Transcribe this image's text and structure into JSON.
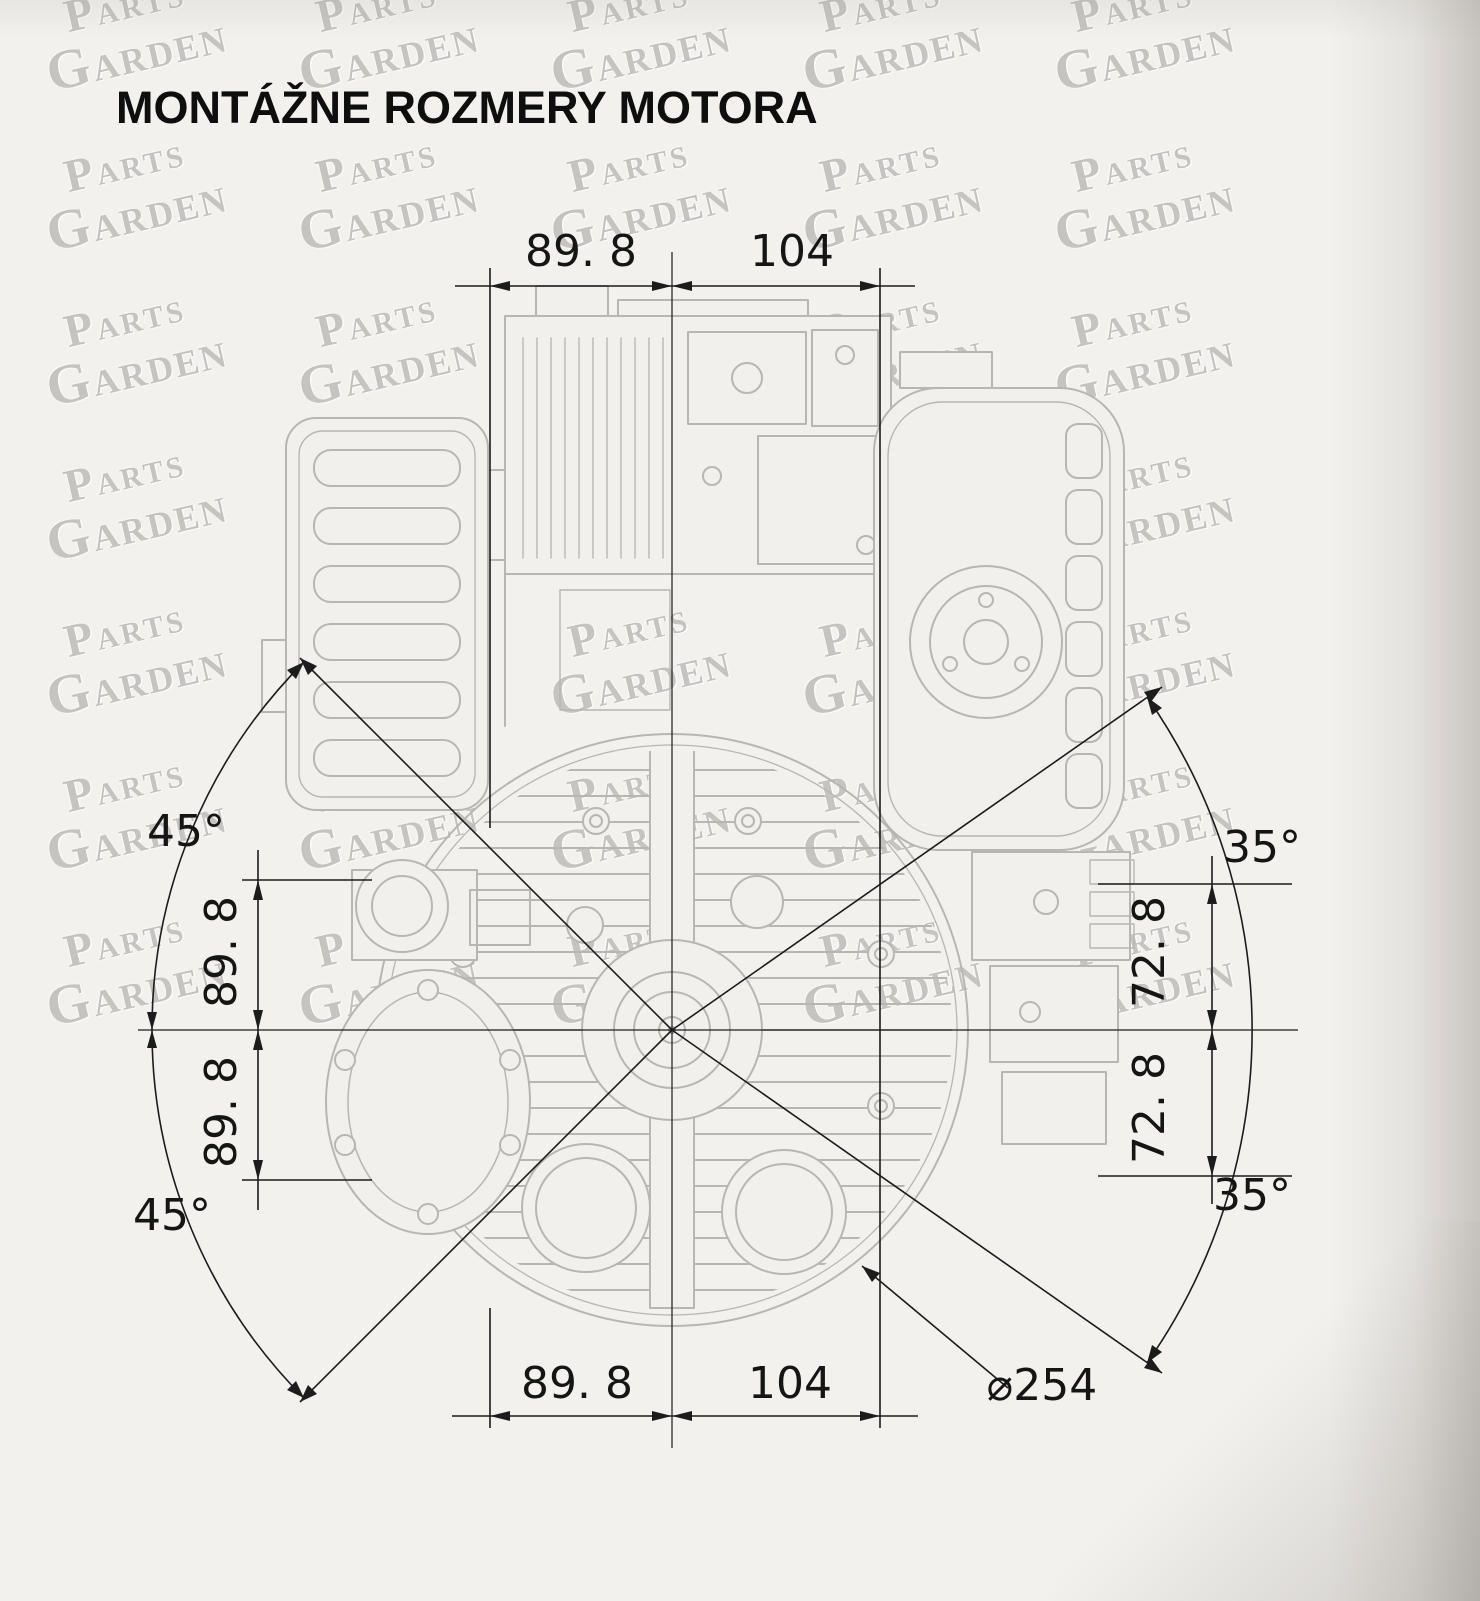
{
  "page": {
    "title": "MONTÁŽNE ROZMERY MOTORA"
  },
  "watermark": {
    "line1": "PARTS",
    "line2": "GARDEN"
  },
  "dims": {
    "top_width_left": "89. 8",
    "top_width_right": "104",
    "bottom_width_left": "89. 8",
    "bottom_width_right": "104",
    "left_height_top": "89. 8",
    "left_height_bottom": "89. 8",
    "right_height_top": "72. 8",
    "right_height_bottom": "72. 8",
    "angle_left_top": "45°",
    "angle_left_bottom": "45°",
    "angle_right_top": "35°",
    "angle_right_bottom": "35°",
    "bolt_circle_diameter": "⌀254"
  }
}
